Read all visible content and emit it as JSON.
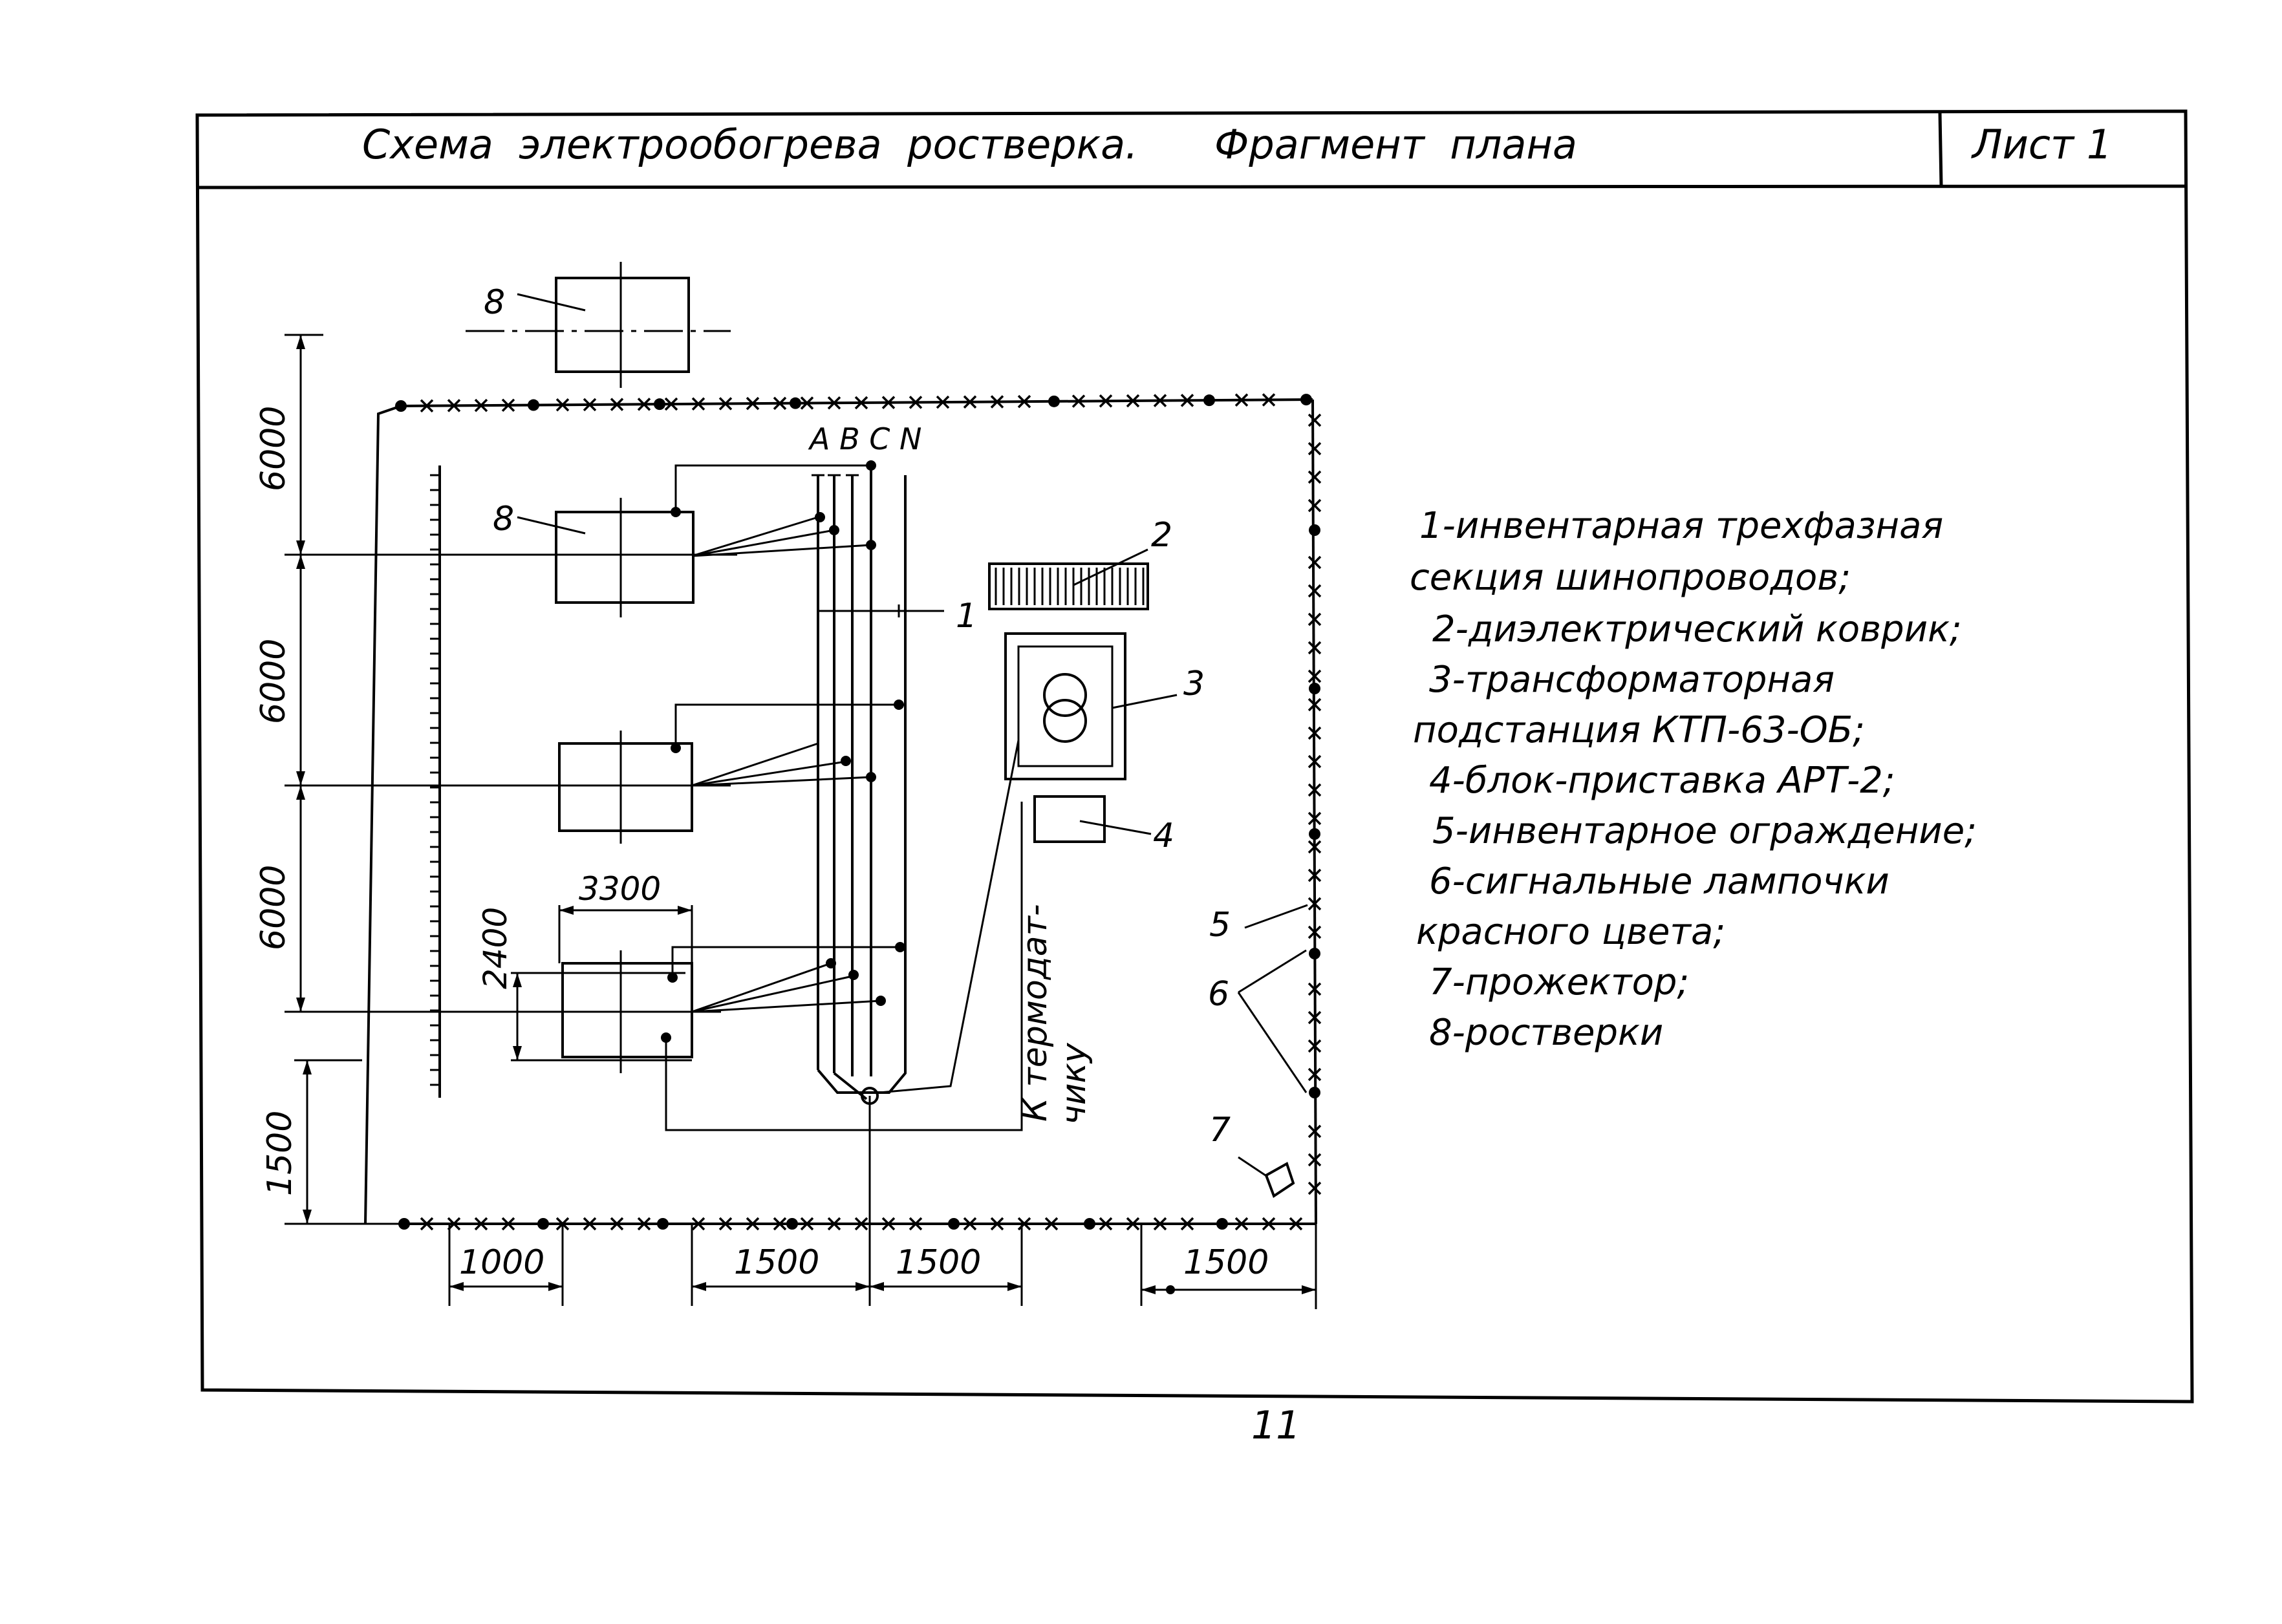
{
  "title": "Схема  электрообогрева  ростверка.      Фрагмент  плана",
  "sheet_label": "Лист 1",
  "page_number": "11",
  "phases": "A B C N",
  "callouts": {
    "n1": "1",
    "n2": "2",
    "n3": "3",
    "n4": "4",
    "n5": "5",
    "n6": "6",
    "n7": "7",
    "n8a": "8",
    "n8b": "8"
  },
  "dimensions": {
    "v1": "6000",
    "v2": "6000",
    "v3": "6000",
    "v4": "1500",
    "h1": "1000",
    "h2": "1500",
    "h3": "1500",
    "h4": "1500",
    "pile_width": "3300",
    "pile_height": "2400"
  },
  "cable_label_1": "К термодат-",
  "cable_label_2": "чику",
  "legend": [
    "1-инвентарная трехфазная",
    "секция шинопроводов;",
    "2-диэлектрический коврик;",
    "3-трансформаторная",
    "подстанция КТП-63-ОБ;",
    "4-блок-приставка АРТ-2;",
    "5-инвентарное ограждение;",
    "6-сигнальные лампочки",
    "красного цвета;",
    "7-прожектор;",
    "8-ростверки"
  ]
}
